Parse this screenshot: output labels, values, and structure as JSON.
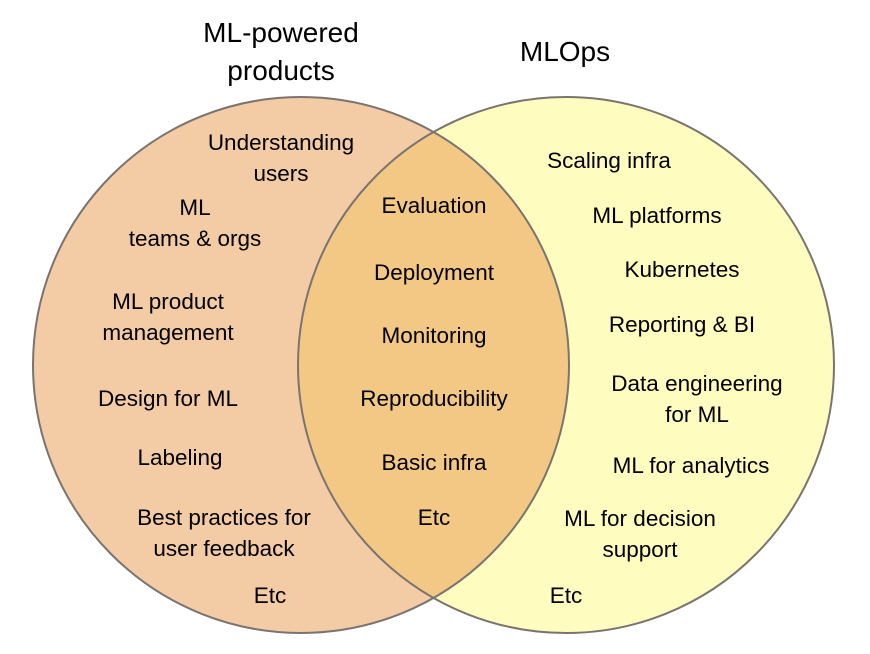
{
  "colors": {
    "left_fill": "#f3cba4",
    "right_fill": "#fefcbf",
    "overlap_fill": "#f2c884",
    "stroke": "#7a7470"
  },
  "left": {
    "title": [
      "ML-powered",
      "products"
    ],
    "items": [
      [
        "Understanding",
        "users"
      ],
      [
        "ML",
        "teams & orgs"
      ],
      [
        "ML product",
        "management"
      ],
      [
        "Design for ML"
      ],
      [
        "Labeling"
      ],
      [
        "Best practices for",
        "user feedback"
      ],
      [
        "Etc"
      ]
    ]
  },
  "right": {
    "title": [
      "MLOps"
    ],
    "items": [
      [
        "Scaling infra"
      ],
      [
        "ML platforms"
      ],
      [
        "Kubernetes"
      ],
      [
        "Reporting & BI"
      ],
      [
        "Data engineering",
        "for ML"
      ],
      [
        "ML for analytics"
      ],
      [
        "ML for decision",
        "support"
      ],
      [
        "Etc"
      ]
    ]
  },
  "overlap": {
    "items": [
      [
        "Evaluation"
      ],
      [
        "Deployment"
      ],
      [
        "Monitoring"
      ],
      [
        "Reproducibility"
      ],
      [
        "Basic infra"
      ],
      [
        "Etc"
      ]
    ]
  }
}
